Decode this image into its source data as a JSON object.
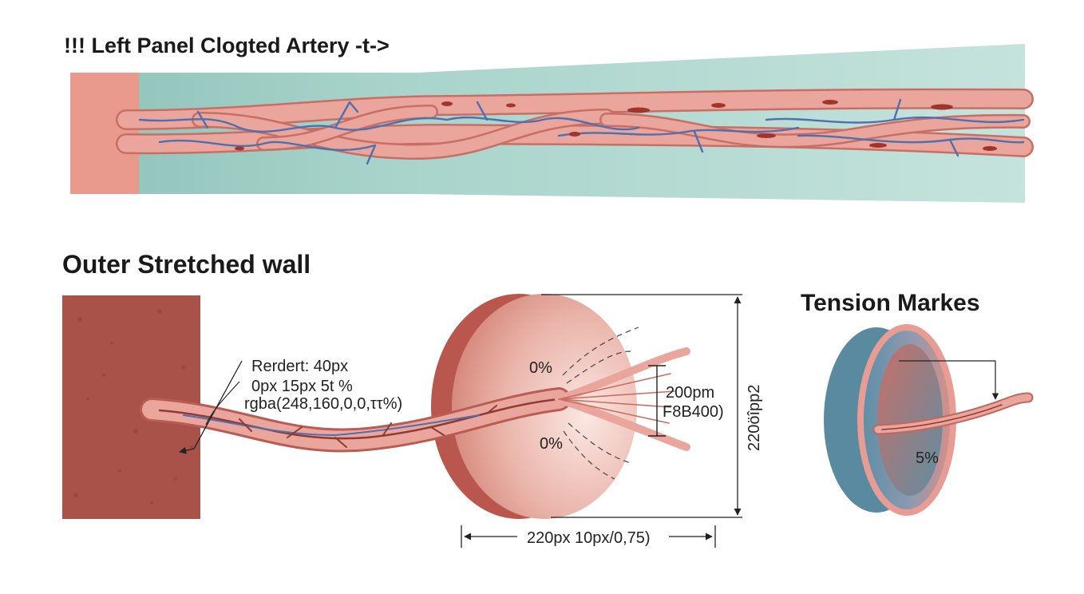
{
  "top_panel": {
    "title": "!!! Left Panel Clogted Artery -t->"
  },
  "wall_section": {
    "title": "Outer Stretched wall",
    "annotation_lines": [
      "Rerdert: 40px",
      "0px 15px 5t %",
      "rgba(248,160,0,0,ττ%)"
    ]
  },
  "cross_section": {
    "top_label": "0%",
    "bottom_label": "0%",
    "bundle_labels": [
      "200pm",
      "F8B400)"
    ],
    "height_label": "220öîpp2",
    "width_label": "220px 10px/0,75)"
  },
  "tension": {
    "title": "Tension Markes",
    "value": "5%"
  },
  "colors": {
    "vessel": "#e9a39a",
    "vessel_dark": "#b55a52",
    "vein_blue": "#4f6fae",
    "clot": "#a2342c",
    "tissue_teal": "#b6dcd4",
    "tissue_pink": "#ec9c8f",
    "wall_brown": "#a9524a",
    "ring_teal": "#5f8fa4",
    "ring_pink": "#df928a"
  }
}
